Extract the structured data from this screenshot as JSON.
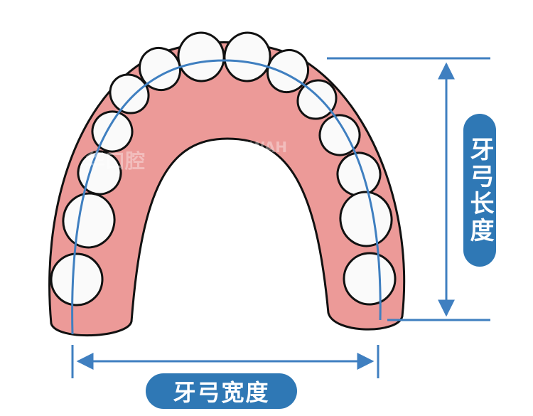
{
  "labels": {
    "arch_length": "牙弓长度",
    "arch_width": "牙弓宽度"
  },
  "watermark": {
    "brand": "SUWAH",
    "text": "华口腔"
  },
  "colors": {
    "accent": "#2f78b5",
    "gum": "#ec9a98",
    "line": "#3f7fc0"
  }
}
